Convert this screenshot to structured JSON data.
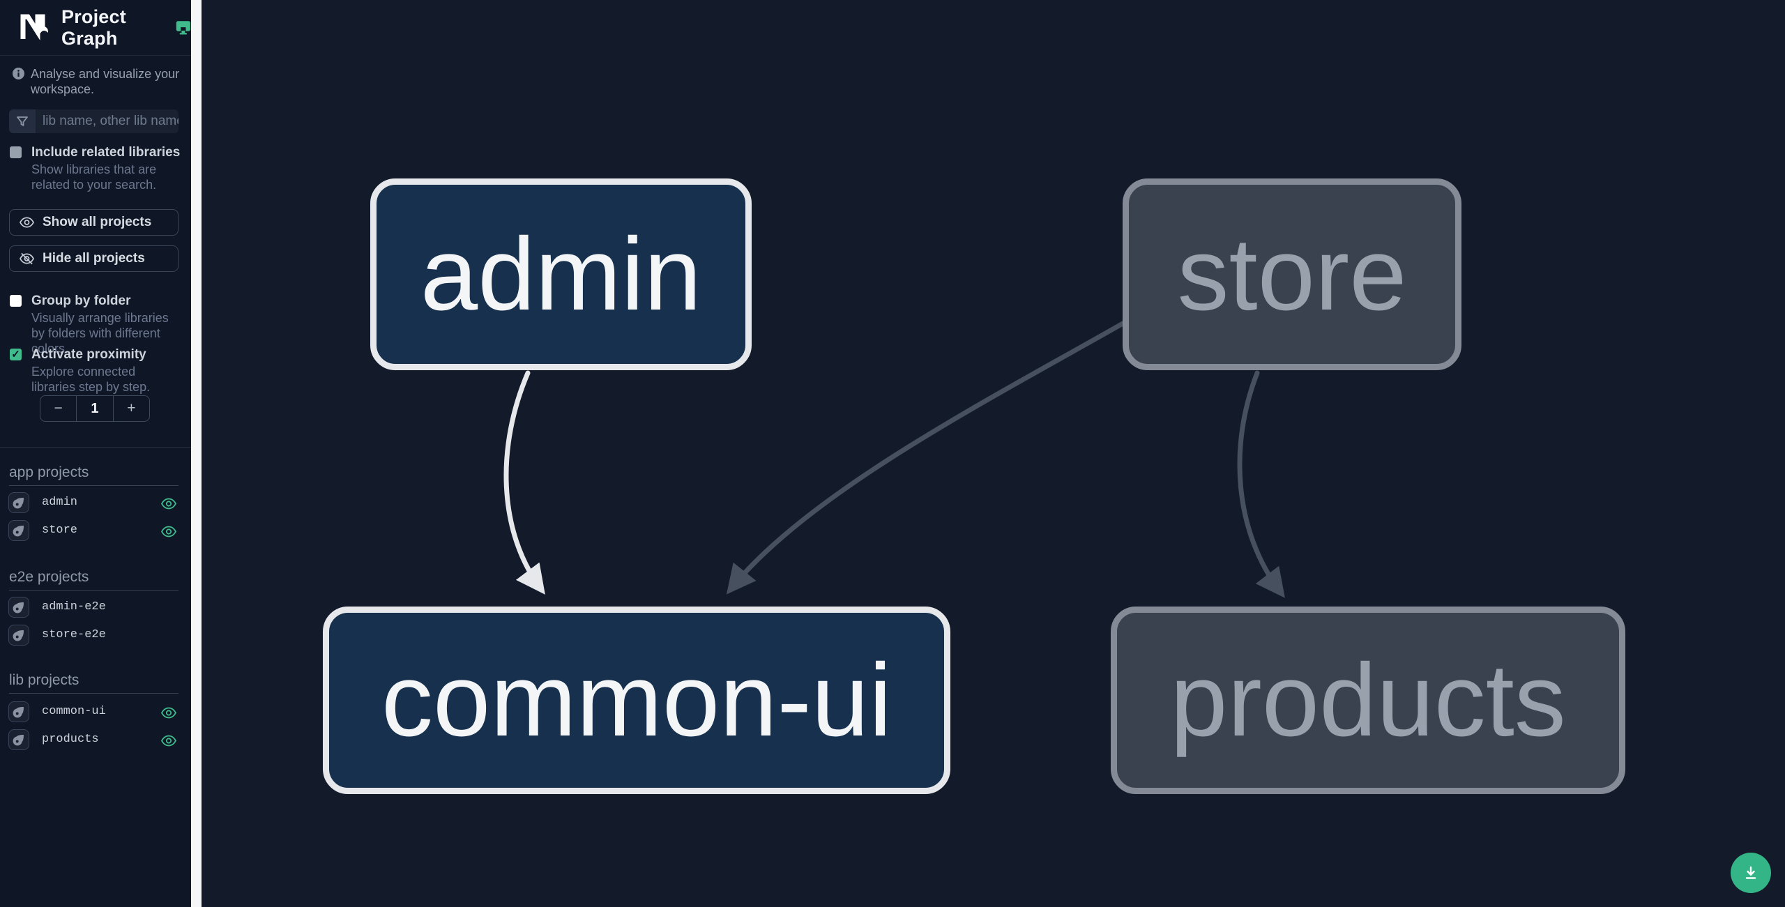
{
  "header": {
    "title": "Project Graph"
  },
  "intro": {
    "text": "Analyse and visualize your workspace."
  },
  "sidebar": {
    "search": {
      "placeholder": "lib name, other lib name",
      "value": ""
    },
    "include_related": {
      "label": "Include related libraries",
      "description": "Show libraries that are related to your search.",
      "checked": false
    },
    "buttons": {
      "show_all": "Show all projects",
      "hide_all": "Hide all projects"
    },
    "group_by_folder": {
      "label": "Group by folder",
      "description": "Visually arrange libraries by folders with different colors.",
      "checked": false
    },
    "activate_proximity": {
      "label": "Activate proximity",
      "description": "Explore connected libraries step by step.",
      "checked": true
    },
    "proximity_stepper": {
      "decrement": "−",
      "value": "1",
      "increment": "+"
    },
    "sections": [
      {
        "title": "app projects",
        "items": [
          {
            "name": "admin",
            "visible": true
          },
          {
            "name": "store",
            "visible": true
          }
        ]
      },
      {
        "title": "e2e projects",
        "items": [
          {
            "name": "admin-e2e",
            "visible": false
          },
          {
            "name": "store-e2e",
            "visible": false
          }
        ]
      },
      {
        "title": "lib projects",
        "items": [
          {
            "name": "common-ui",
            "visible": true
          },
          {
            "name": "products",
            "visible": true
          }
        ]
      }
    ]
  },
  "graph": {
    "nodes": [
      {
        "id": "admin",
        "label": "admin",
        "state": "focused"
      },
      {
        "id": "store",
        "label": "store",
        "state": "unfocused"
      },
      {
        "id": "common-ui",
        "label": "common-ui",
        "state": "focused"
      },
      {
        "id": "products",
        "label": "products",
        "state": "unfocused"
      }
    ],
    "edges": [
      {
        "source": "admin",
        "target": "common-ui",
        "state": "focused"
      },
      {
        "source": "store",
        "target": "common-ui",
        "state": "unfocused"
      },
      {
        "source": "store",
        "target": "products",
        "state": "unfocused"
      }
    ],
    "colors": {
      "canvas_bg": "#131a29",
      "focused_fill": "#16304e",
      "focused_border": "#e6e8eb",
      "focused_text": "#f3f5f7",
      "unfocused_fill": "#3a414f",
      "unfocused_border": "#848b97",
      "unfocused_text": "#99a1ad",
      "edge_focused": "#e6e8eb",
      "edge_unfocused": "#46505f",
      "accent_green": "#3fbb8c",
      "fab_green": "#34b588"
    }
  }
}
